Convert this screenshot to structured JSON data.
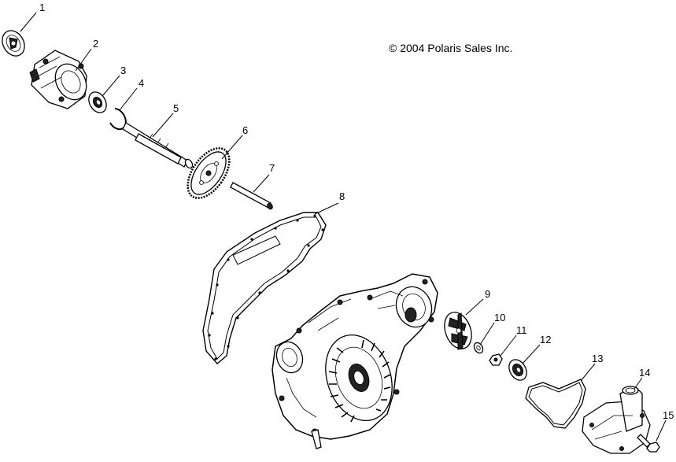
{
  "copyright": "© 2004 Polaris Sales Inc.",
  "callouts": [
    "1",
    "2",
    "3",
    "4",
    "5",
    "6",
    "7",
    "8",
    "9",
    "10",
    "11",
    "12",
    "13",
    "14",
    "15"
  ]
}
